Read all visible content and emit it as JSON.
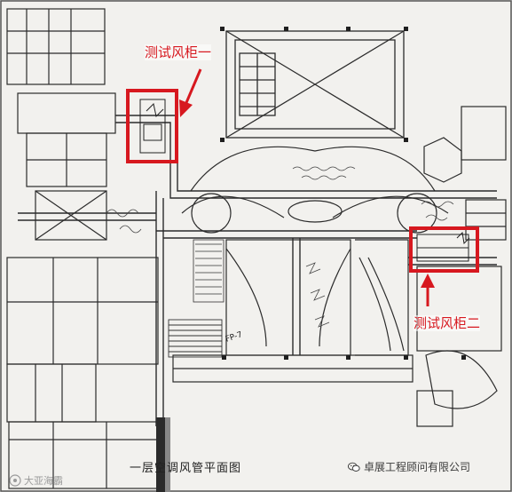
{
  "annotations": {
    "fan_coil_1": "测试风柜一",
    "fan_coil_2": "测试风柜二"
  },
  "drawing": {
    "title": "一层空调风管平面图",
    "fp_tag": "FP-7"
  },
  "watermarks": {
    "left": "大亚海霸",
    "right": "卓展工程顾问有限公司"
  },
  "colors": {
    "annotation_red": "#d7181f",
    "line": "#2b2b2b",
    "paper": "#f2f1ee"
  },
  "icons": {
    "right_watermark_icon": "wechat-icon",
    "left_watermark_icon": "logo-icon"
  }
}
